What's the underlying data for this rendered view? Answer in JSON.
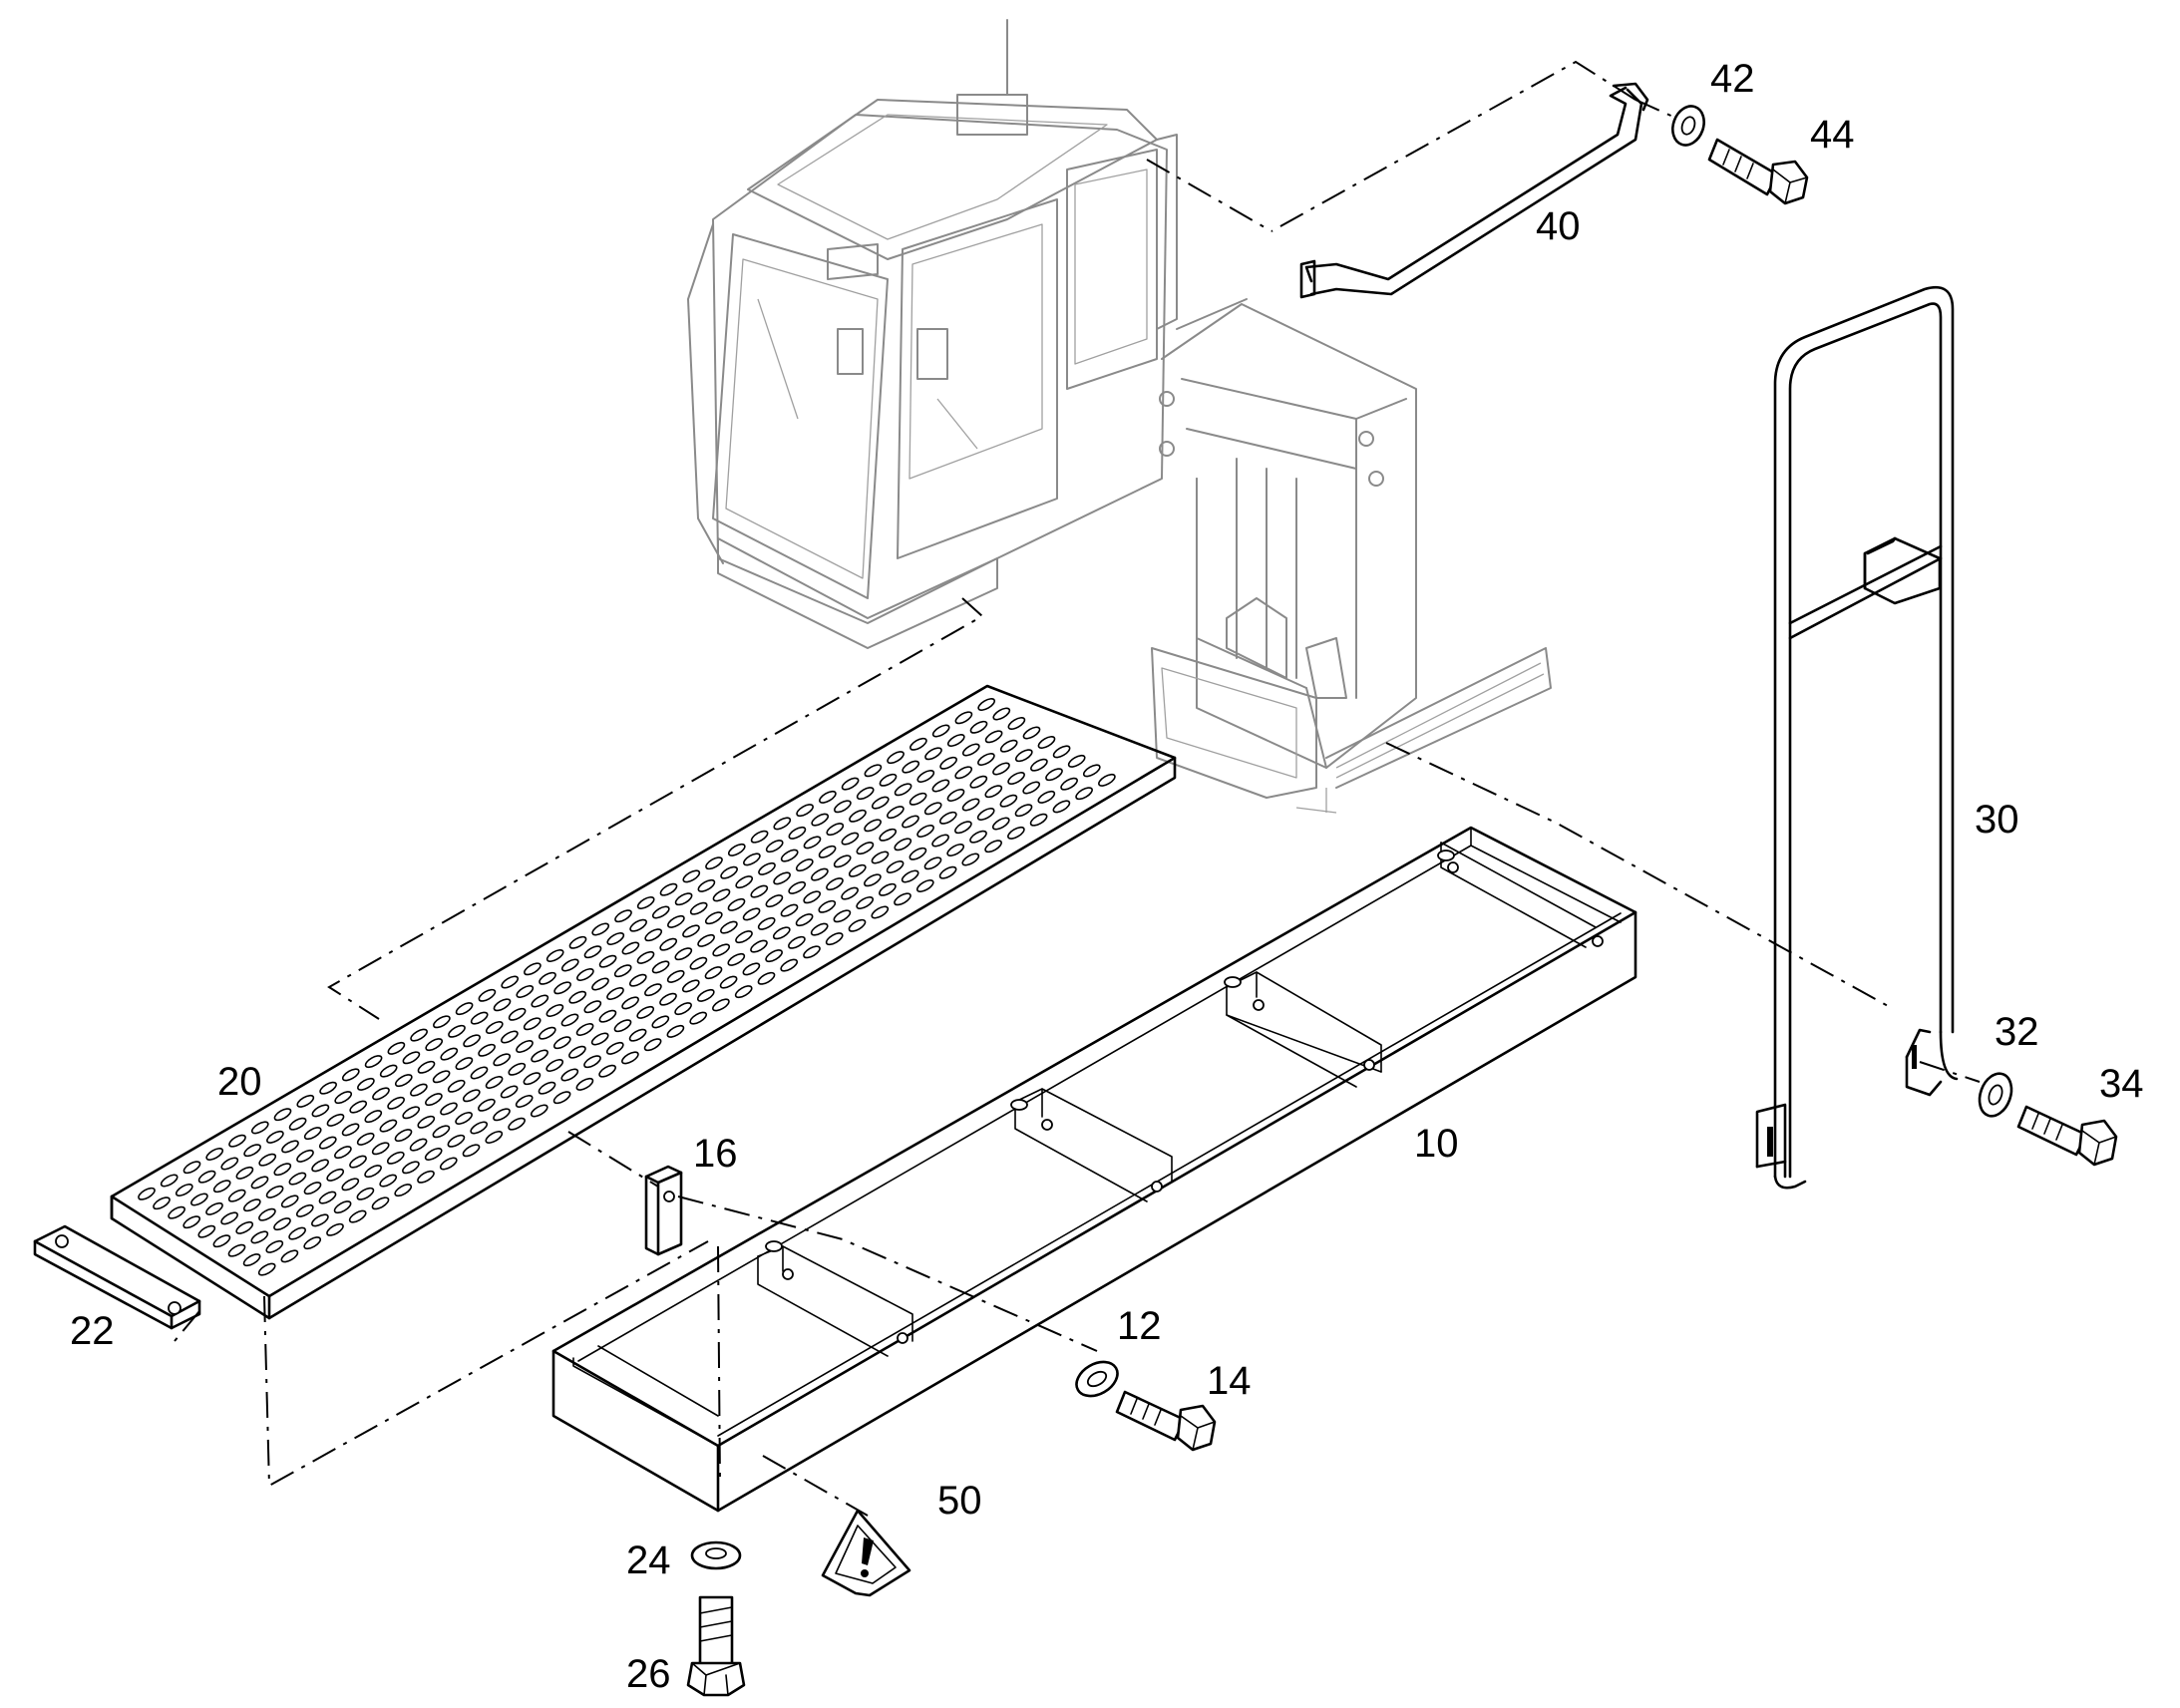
{
  "diagram": {
    "colors": {
      "line": "#000000",
      "ghost": "#8a8a8a",
      "background": "#ffffff"
    },
    "icons": [
      "warning-triangle-icon"
    ],
    "callouts": {
      "c10": "10",
      "c12": "12",
      "c14": "14",
      "c16": "16",
      "c20": "20",
      "c22": "22",
      "c24": "24",
      "c26": "26",
      "c30": "30",
      "c32": "32",
      "c34": "34",
      "c40": "40",
      "c42": "42",
      "c44": "44",
      "c50": "50"
    }
  }
}
